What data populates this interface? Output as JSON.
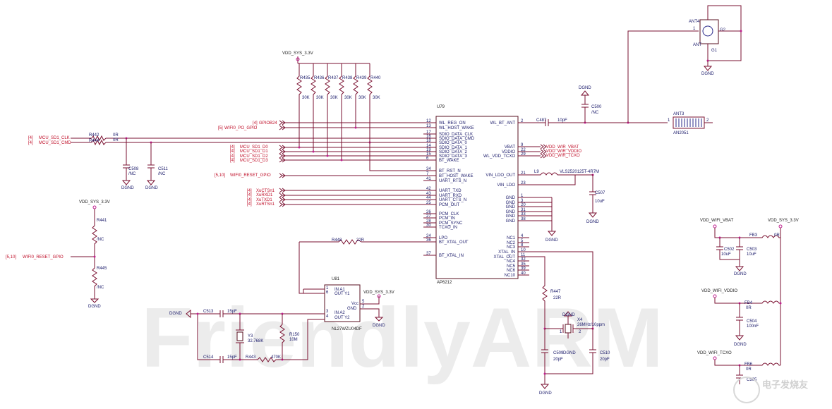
{
  "watermark": "FriendlyARM",
  "corner_mark": "电子发烧友",
  "u79": {
    "ref": "U79",
    "part": "AP6212",
    "left_pins": [
      {
        "num": "12",
        "name": "WL_REG_ON"
      },
      {
        "num": "13",
        "name": "WL_HOST_WAKE"
      },
      {
        "num": "17",
        "name": "SDIO_DATA_CLK"
      },
      {
        "num": "16",
        "name": "SDIO_DATA_CMD"
      },
      {
        "num": "18",
        "name": "SDIO_DATA_0"
      },
      {
        "num": "14",
        "name": "SDIO_DATA_1"
      },
      {
        "num": "19",
        "name": "SDIO_DATA_2"
      },
      {
        "num": "15",
        "name": "SDIO_DATA_3"
      },
      {
        "num": "6",
        "name": "BT_WAKE"
      },
      {
        "num": "34",
        "name": "BT_RST_N"
      },
      {
        "num": "7",
        "name": "BT_HOST_WAKE"
      },
      {
        "num": "41",
        "name": "UART_RTS_N"
      },
      {
        "num": "42",
        "name": "UART_TXD"
      },
      {
        "num": "43",
        "name": "UART_RXD"
      },
      {
        "num": "44",
        "name": "UART_CTS_N"
      },
      {
        "num": "25",
        "name": "PCM_OUT"
      },
      {
        "num": "26",
        "name": "PCM_CLK"
      },
      {
        "num": "27",
        "name": "PCM_IN"
      },
      {
        "num": "28",
        "name": "PCM_SYNC"
      },
      {
        "num": "30",
        "name": "TCXO_IN"
      },
      {
        "num": "24",
        "name": "LPO"
      },
      {
        "num": "36",
        "name": "BT_XTAL_OUT"
      },
      {
        "num": "37",
        "name": "BT_XTAL_IN"
      }
    ],
    "right_pins": [
      {
        "num": "2",
        "name": "WL_BT_ANT"
      },
      {
        "num": "9",
        "name": "VBAT"
      },
      {
        "num": "22",
        "name": "VDDIO"
      },
      {
        "num": "29",
        "name": "WL_VDD_TCXO"
      },
      {
        "num": "21",
        "name": "VIN_LDO_OUT"
      },
      {
        "num": "23",
        "name": "VIN_LDO"
      },
      {
        "num": "1",
        "name": "GND"
      },
      {
        "num": "3",
        "name": "GND"
      },
      {
        "num": "20",
        "name": "GND"
      },
      {
        "num": "31",
        "name": "GND"
      },
      {
        "num": "33",
        "name": "GND"
      },
      {
        "num": "38",
        "name": "GND"
      },
      {
        "num": "4",
        "name": "NC1"
      },
      {
        "num": "5",
        "name": "NC2"
      },
      {
        "num": "8",
        "name": "NC3"
      },
      {
        "num": "10",
        "name": "XTAL_IN"
      },
      {
        "num": "11",
        "name": "XTAL_OUT"
      },
      {
        "num": "32",
        "name": "NC4"
      },
      {
        "num": "35",
        "name": "NC5"
      },
      {
        "num": "39",
        "name": "NC6"
      },
      {
        "num": "40",
        "name": "NC10"
      }
    ]
  },
  "nets_left": {
    "gpio": "GPIOB24",
    "wifi_po": "WIFI0_PO_GPIO",
    "clk": "MCU_SD1_CLK",
    "cmd": "MCU_SD1_CMD",
    "d0": "MCU_SD1_D0",
    "d1": "MCU_SD1_D1",
    "d2": "MCU_SD1_D2",
    "d3": "MCU_SD1_D3",
    "reset": "WIFI0_RESET_GPIO",
    "rts": "XuCTSn1",
    "tx": "XuRXD1",
    "rx": "XuTXD1",
    "cts": "XuRTSn1",
    "ref4": "[4]",
    "ref5": "[5]",
    "ref510": "[5,10]",
    "reset2": "WIFI0_RESET_GPIO"
  },
  "labels": {
    "vdd_sys": "VDD_SYS_3.3V",
    "vdd_sys2": "VDD_SYS_3.3V",
    "vdd_sys3": "VDD_SYS_3.3V",
    "vdd_sys4": "VDD_SYS_3.3V",
    "vdd_wifi_vbat": "VDD_WIFI_VBAT",
    "vdd_wifi_vddio": "VDD_WIFI_VDDIO",
    "vdd_wifi_tcxo": "VDD_WIFI_TCXO",
    "vbat_out": "VDD_WIR_VBAT",
    "vddio_out": "VDD_WIR_VDDIO",
    "tcxo_out": "VDD_WIR_TCXO",
    "dgnd": "DGND",
    "r442": "R442",
    "r442v": "0R",
    "r444": "R444",
    "r444v": "0R",
    "r435": "R435",
    "r436": "R436",
    "r437": "R437",
    "r438": "R438",
    "r439": "R439",
    "r440": "R440",
    "r30k": "30K",
    "c508": "C508",
    "c511": "C511",
    "nc": "/NC",
    "r441": "R441",
    "r445": "R445",
    "r448": "R448",
    "r448v": "22R",
    "c487": "C487",
    "c487v": "10pF",
    "c500": "C500",
    "ant3": "ANT3",
    "ant3p": "AN2051",
    "ant4": "ANT4",
    "ant": "ANT",
    "g2": "G2",
    "g1": "G1",
    "l9": "L9",
    "l9v": "VLS2520125T-4R7M",
    "c507": "C507",
    "c507v": "10uF",
    "fb3": "FB3",
    "fb3v": "0R",
    "c502": "C502",
    "c502v": "10uF",
    "c503": "C503",
    "c503v": "10uF",
    "fb4": "FB4",
    "fb4v": "0R",
    "c504": "C504",
    "c504v": "100nF",
    "fb6": "FB6",
    "fb6v": "0R",
    "c505": "C505",
    "r447": "R447",
    "r447v": "22R",
    "x4": "X4",
    "x4v": "26MHz/10ppm",
    "c509": "C509",
    "c509v": "20pF",
    "c510": "C510",
    "c510v": "20pF",
    "u81": "U81",
    "u81p": "NL27WZU04DF",
    "u81_ina1": "IN A1",
    "u81_outy1": "OUT Y1",
    "u81_vcc": "Vcc",
    "u81_gnd": "GND",
    "u81_ina2": "IN A2",
    "u81_outy2": "OUT Y2",
    "c513": "C513",
    "c513v": "15pF",
    "c514": "C514",
    "c514v": "15pF",
    "y3": "Y3",
    "y3v": "32.768K",
    "r150": "R150",
    "r150v": "10M",
    "r443": "R443",
    "r443v": "470K",
    "p1": "1",
    "p2": "2",
    "p3": "3",
    "p4": "4",
    "p5": "5",
    "p6": "6"
  }
}
